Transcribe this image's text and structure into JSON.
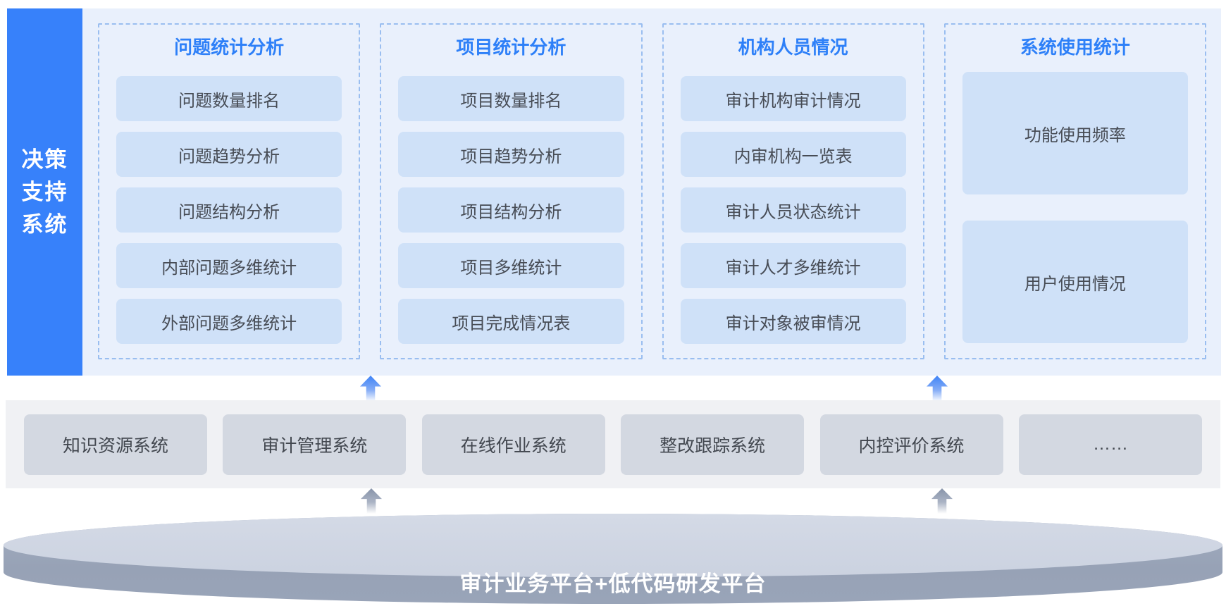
{
  "sidebar": {
    "title_lines": [
      "决策",
      "支持",
      "系统"
    ]
  },
  "columns": [
    {
      "title": "问题统计分析",
      "items": [
        "问题数量排名",
        "问题趋势分析",
        "问题结构分析",
        "内部问题多维统计",
        "外部问题多维统计"
      ]
    },
    {
      "title": "项目统计分析",
      "items": [
        "项目数量排名",
        "项目趋势分析",
        "项目结构分析",
        "项目多维统计",
        "项目完成情况表"
      ]
    },
    {
      "title": "机构人员情况",
      "items": [
        "审计机构审计情况",
        "内审机构一览表",
        "审计人员状态统计",
        "审计人才多维统计",
        "审计对象被审情况"
      ]
    },
    {
      "title": "系统使用统计",
      "items": [
        "功能使用频率",
        "用户使用情况"
      ]
    }
  ],
  "middle_row": {
    "systems": [
      "知识资源系统",
      "审计管理系统",
      "在线作业系统",
      "整改跟踪系统",
      "内控评价系统",
      "……"
    ]
  },
  "platform": {
    "label": "审计业务平台+低代码研发平台"
  },
  "colors": {
    "sidebar_blue": "#3781FA",
    "panel_bg": "#E9F0FC",
    "dashed_border": "#9ABEF0",
    "column_title_blue": "#2E80F8",
    "item_box_bg": "#CFE1F8",
    "item_text": "#474C55",
    "band_bg": "#F0F1F4",
    "system_box_bg": "#D3D8E1",
    "cylinder_top": "#CED5E2",
    "cylinder_body": "#97A2B6",
    "arrow_blue": "#3E83F7",
    "arrow_gray": "#8793A9"
  }
}
